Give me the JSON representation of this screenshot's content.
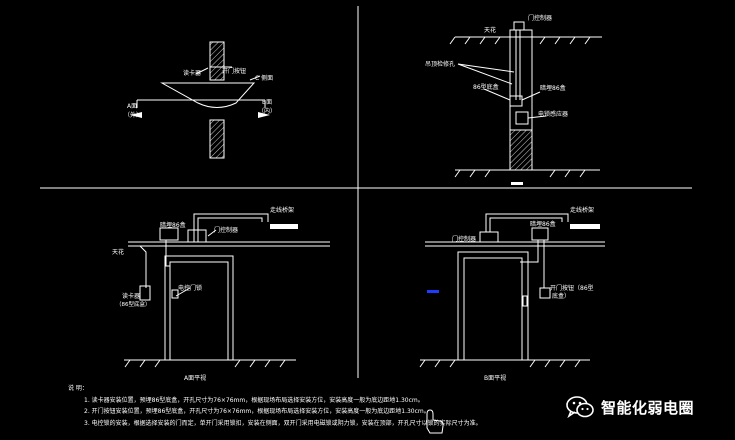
{
  "top_left": {
    "reader": "读卡器",
    "door_magnet": "开门按钮",
    "c_side": "C 侧面",
    "a_side_1": "A面",
    "a_side_2": "（外）",
    "b_side_1": "B面",
    "b_side_2": "（内）"
  },
  "top_right": {
    "ceiling": "天花",
    "controller": "门控制器",
    "ceiling_holes": "吊顶检修孔",
    "wire_box": "86型底盒",
    "hidden_box": "暗埋86盒",
    "sensor": "电锁感应器"
  },
  "bottom_left": {
    "wire_tray": "走线桥架",
    "hidden_box": "暗埋86盒",
    "controller": "门控制器",
    "ceiling": "天花",
    "reader": "读卡器",
    "reader_note": "（86型底盒）",
    "door_lock": "电控门锁",
    "caption": "A面平视"
  },
  "bottom_right": {
    "wire_tray": "走线桥架",
    "controller": "门控制器",
    "hidden_box": "暗埋86盒",
    "exit_button": "开门按钮（86型",
    "exit_button_2": "底盒）",
    "caption": "B面平视"
  },
  "notes": {
    "title": "说  明：",
    "items": [
      "1. 读卡器安装位置，预埋86型底盒，开孔尺寸为76×76mm，根据现场布局选择安装方位，安装高度一般为底边距地1.30cm。",
      "2. 开门按钮安装位置，预埋86型底盒，开孔尺寸为76×76mm，根据现场布局选择安装方位，安装高度一般为底边距地1.30cm。",
      "3. 电控锁的安装，根据选择安装的门而定，单开门采用锁扣，安装在侧面，双开门采用电磁锁或阴力锁，安装在顶部，开孔尺寸以锁的实际尺寸为准。"
    ]
  },
  "brand": {
    "name": "智能化弱电圈"
  },
  "colors": {
    "background": "#000000",
    "line": "#ffffff",
    "accent": "#1e3cff"
  },
  "icons": [
    "wechat-icon",
    "arrow-icon",
    "hand-cursor-icon"
  ]
}
